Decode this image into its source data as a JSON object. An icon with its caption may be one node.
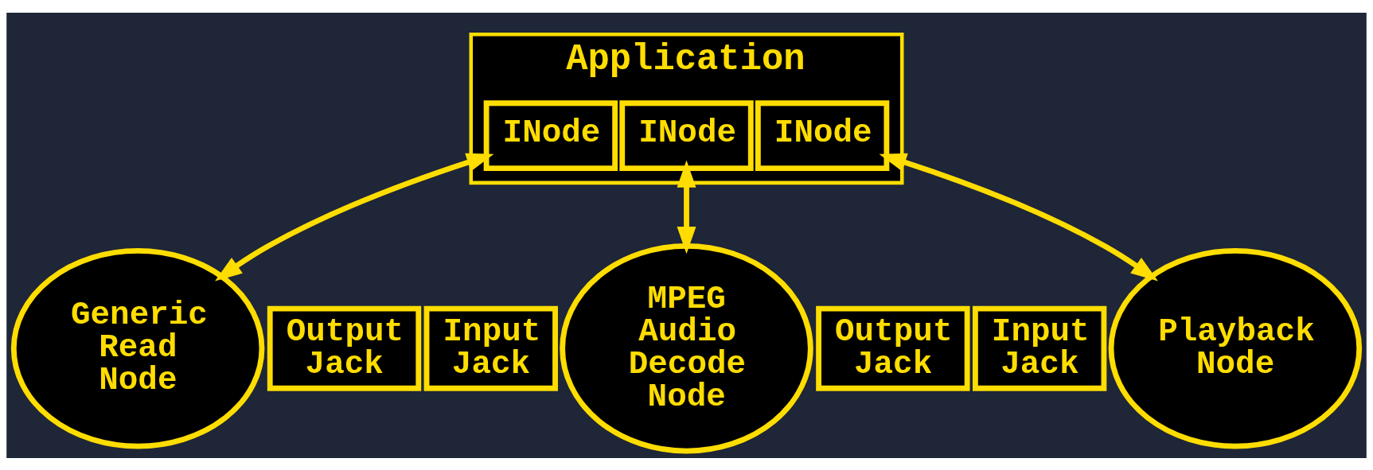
{
  "diagram": {
    "nodes": [
      {
        "text": [
          "Application"
        ]
      },
      {
        "text": [
          "INode"
        ],
        "in": 0
      },
      {
        "text": [
          "INode"
        ],
        "in": 0
      },
      {
        "text": [
          "INode"
        ],
        "in": 0
      },
      {
        "text": [
          "Generic Read Node"
        ]
      },
      {
        "text": [
          "Output Jack"
        ]
      },
      {
        "text": [
          "Input Jack"
        ]
      },
      {
        "text": [
          "MPEG Audio Decode Node"
        ]
      },
      {
        "text": [
          "Output Jack"
        ]
      },
      {
        "text": [
          "Input Jack"
        ]
      },
      {
        "text": [
          "Playback Node"
        ]
      }
    ],
    "edges": [
      {
        "from": 1,
        "to": 4,
        "arrow": "both"
      },
      {
        "from": 2,
        "to": 7,
        "arrow": "both"
      },
      {
        "from": 3,
        "to": 10,
        "arrow": "both"
      }
    ]
  }
}
